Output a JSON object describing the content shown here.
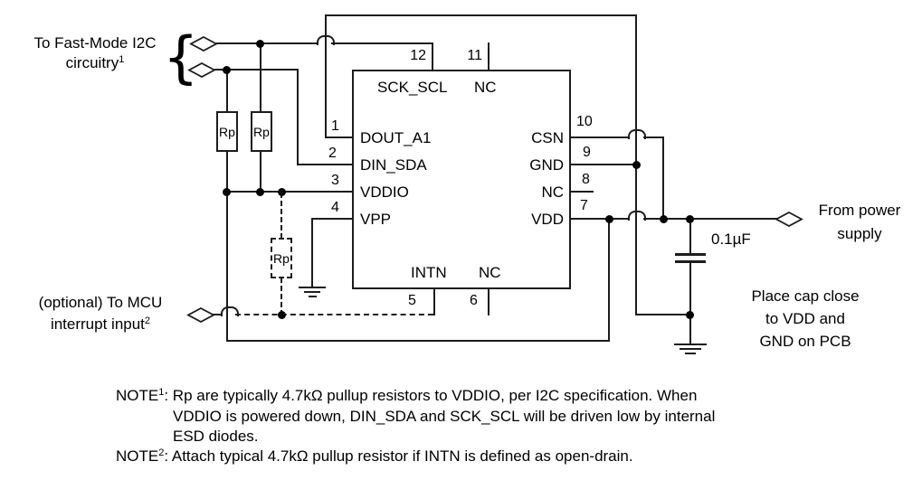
{
  "labels": {
    "i2c_block": {
      "line1": "To Fast-Mode I2C",
      "line2": "circuitry",
      "sup": "1"
    },
    "mcu_block": {
      "line1": "(optional) To MCU",
      "line2": "interrupt input",
      "sup": "2"
    },
    "power_block": {
      "line1": "From power",
      "line2": "supply"
    },
    "cap_value": "0.1µF",
    "cap_note": {
      "line1": "Place cap close",
      "line2": "to VDD and",
      "line3": "GND on PCB"
    }
  },
  "ic": {
    "pin_labels": {
      "sck_scl": "SCK_SCL",
      "nc_top": "NC",
      "dout_a1": "DOUT_A1",
      "din_sda": "DIN_SDA",
      "vddio": "VDDIO",
      "vpp": "VPP",
      "intn": "INTN",
      "nc_bottom": "NC",
      "csn": "CSN",
      "gnd": "GND",
      "nc_right": "NC",
      "vdd": "VDD"
    },
    "pin_numbers": {
      "p1": "1",
      "p2": "2",
      "p3": "3",
      "p4": "4",
      "p5": "5",
      "p6": "6",
      "p7": "7",
      "p8": "8",
      "p9": "9",
      "p10": "10",
      "p11": "11",
      "p12": "12"
    }
  },
  "resistors": {
    "r1": "Rp",
    "r2": "Rp",
    "r3": "Rp"
  },
  "notes": {
    "n1_prefix": "NOTE",
    "n1_sup": "1",
    "n1_line1": ": Rp are typically 4.7kΩ pullup resistors to VDDIO, per I2C specification. When",
    "n1_line2": "VDDIO is powered down, DIN_SDA and SCK_SCL will be driven low by internal",
    "n1_line3": "ESD diodes.",
    "n2_prefix": "NOTE",
    "n2_sup": "2",
    "n2_line1": ": Attach typical 4.7kΩ pullup resistor if INTN is defined as open-drain."
  }
}
